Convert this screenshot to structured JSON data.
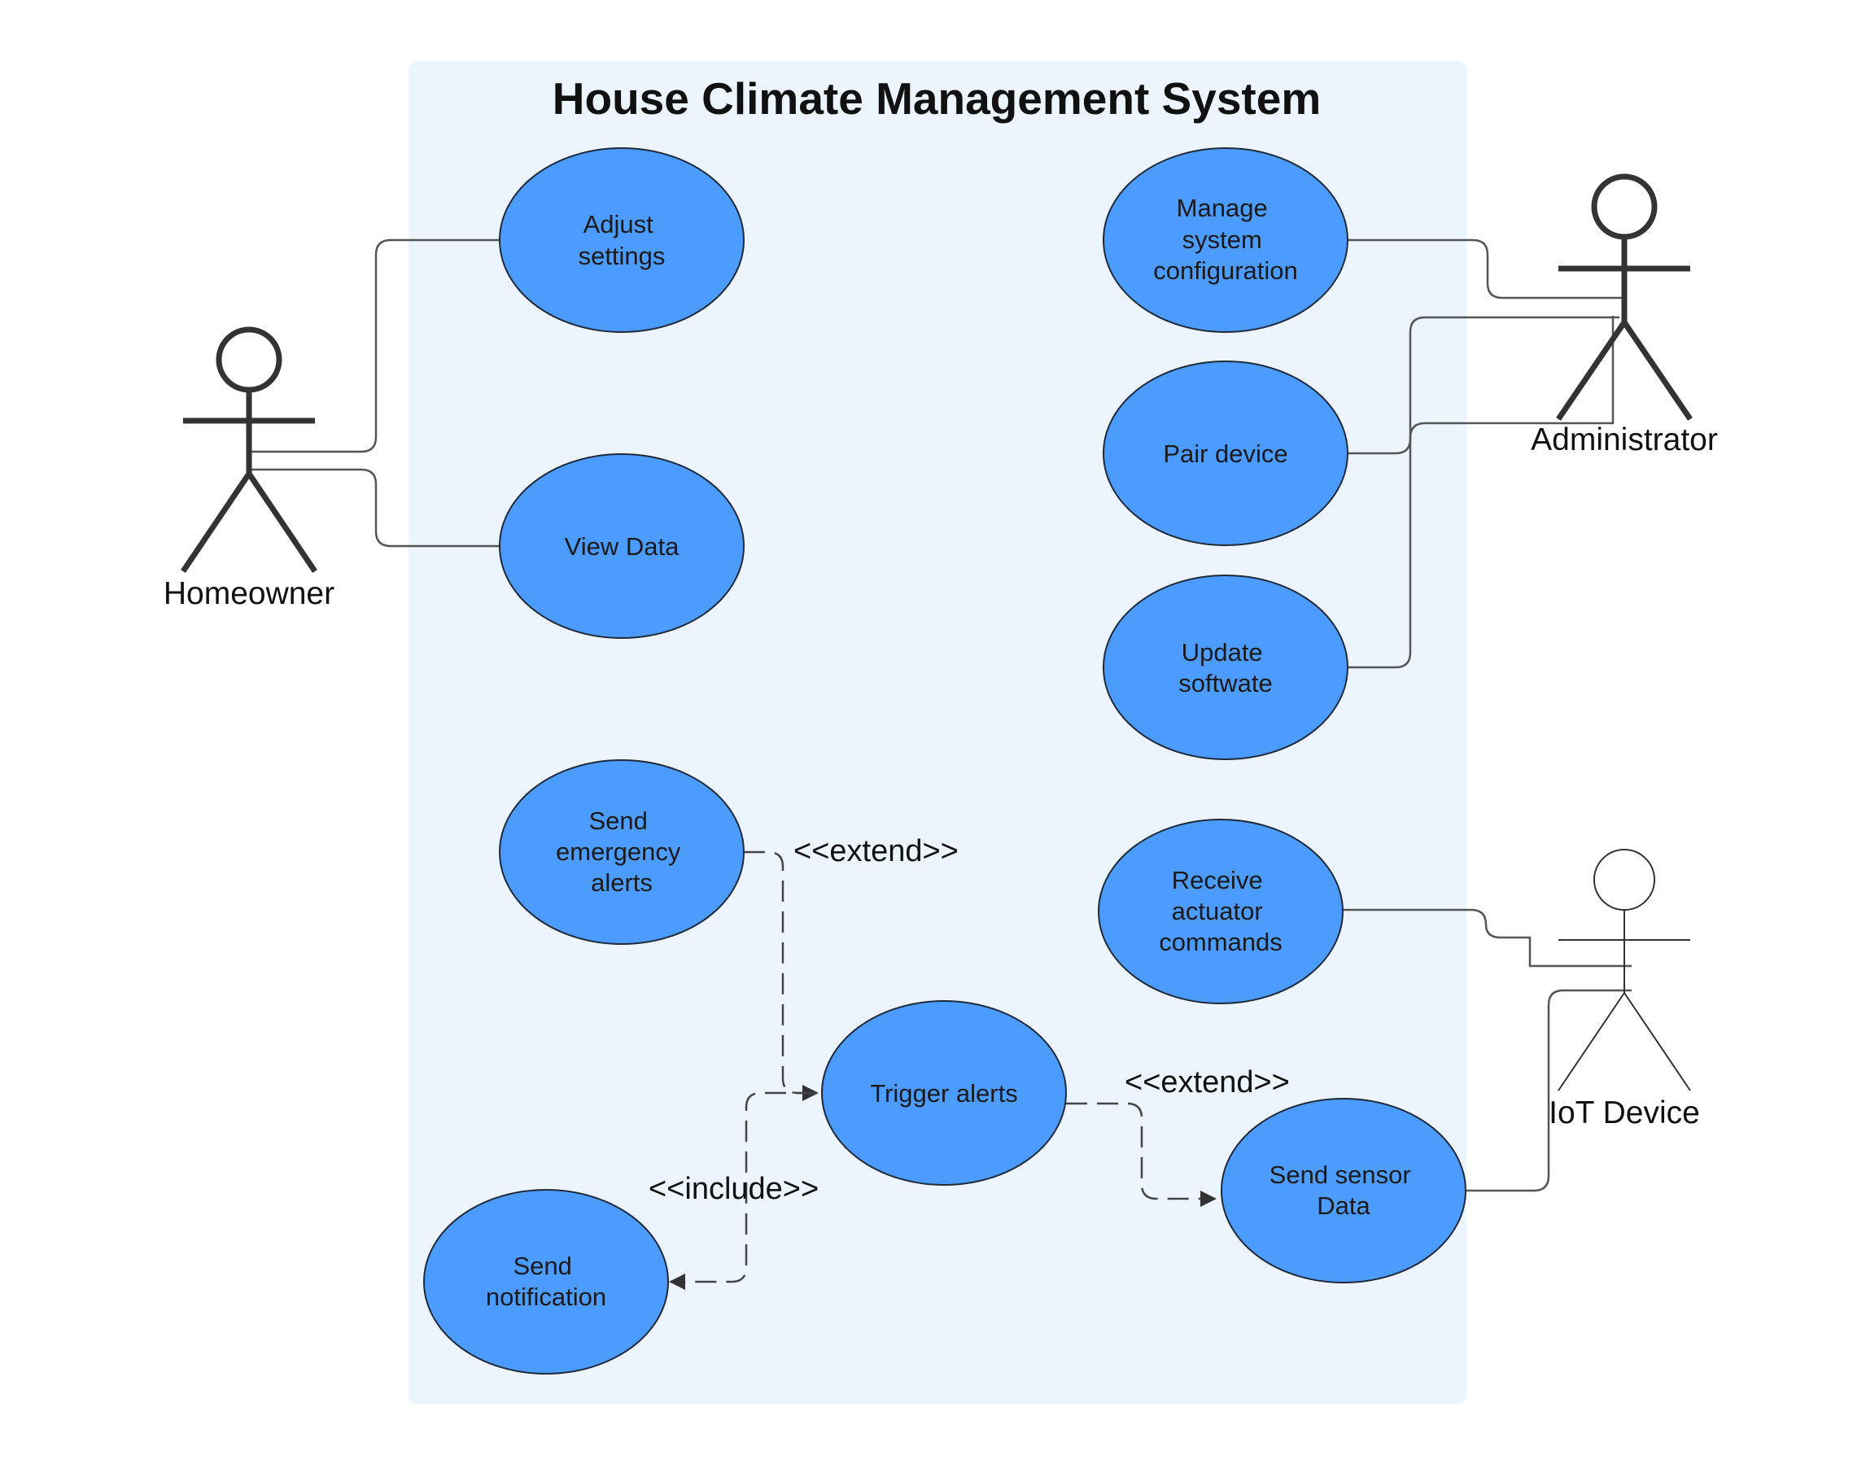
{
  "diagram": {
    "title": "House Climate Management System",
    "colors": {
      "boundary_fill": "#ecf4fe",
      "use_case_fill": "#4c9bff",
      "use_case_stroke": "#1f2a3a",
      "actor_stroke": "#333333",
      "connector": "#555555"
    },
    "actors": {
      "homeowner": {
        "label": "Homeowner"
      },
      "administrator": {
        "label": "Administrator"
      },
      "iot_device": {
        "label": "IoT Device"
      }
    },
    "use_cases": {
      "adjust_settings": {
        "lines": [
          "Adjust",
          "settings"
        ]
      },
      "view_data": {
        "lines": [
          "View Data"
        ]
      },
      "manage_config": {
        "lines": [
          "Manage",
          "system",
          "configuration"
        ]
      },
      "pair_device": {
        "lines": [
          "Pair device"
        ]
      },
      "update_software": {
        "lines": [
          "Update",
          "softwate"
        ]
      },
      "send_emergency": {
        "lines": [
          "Send",
          "emergency",
          "alerts"
        ]
      },
      "receive_commands": {
        "lines": [
          "Receive",
          "actuator",
          "commands"
        ]
      },
      "trigger_alerts": {
        "lines": [
          "Trigger alerts"
        ]
      },
      "send_sensor": {
        "lines": [
          "Send sensor",
          "Data"
        ]
      },
      "send_notification": {
        "lines": [
          "Send",
          "notification"
        ]
      }
    },
    "relationships": {
      "extend_emergency": "<<extend>>",
      "extend_sensor": "<<extend>>",
      "include_notification": "<<include>>"
    }
  }
}
